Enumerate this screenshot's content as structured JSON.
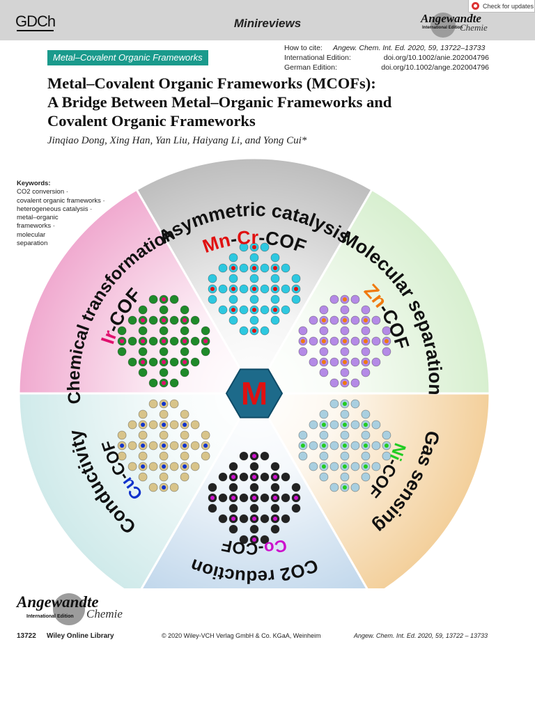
{
  "header": {
    "society_logo": "GDCh",
    "section": "Minireviews",
    "journal_brand": {
      "name": "Angewandte",
      "sub": "Chemie",
      "edition": "International Edition"
    },
    "check_updates": "Check for updates"
  },
  "article": {
    "tag": "Metal–Covalent Organic Frameworks",
    "cite": {
      "how_to_cite_label": "How to cite:",
      "how_to_cite_value": "Angew. Chem. Int. Ed. 2020, 59, 13722–13733",
      "intl_label": "International Edition:",
      "intl_doi": "doi.org/10.1002/anie.202004796",
      "german_label": "German Edition:",
      "german_doi": "doi.org/10.1002/ange.202004796"
    },
    "title_lines": [
      "Metal–Covalent Organic Frameworks (MCOFs):",
      "A Bridge Between Metal–Organic Frameworks and",
      "Covalent Organic Frameworks"
    ],
    "authors": "Jinqiao Dong, Xing Han, Yan Liu, Haiyang Li, and Yong Cui*",
    "keywords_label": "Keywords:",
    "keywords_lines": [
      "CO2 conversion ·",
      "covalent organic frameworks ·",
      "heterogeneous catalysis ·",
      "metal–organic",
      "frameworks ·",
      "molecular",
      "separation"
    ]
  },
  "graphic": {
    "center_label": "M",
    "sectors": [
      {
        "application": "Asymmetric catalysis",
        "material_prefix": "Mn",
        "material_mid": "-",
        "material_metal2": "Cr",
        "material_suffix": "-COF",
        "color": "#bdbdbd"
      },
      {
        "application": "Molecular separation",
        "metal": "Zn",
        "suffix": "-COF",
        "color": "#d7efcf"
      },
      {
        "application": "Gas sensing",
        "metal": "Ni",
        "suffix": "-COF",
        "color": "#f3cf9a"
      },
      {
        "application": "CO2 reduction",
        "metal": "Co",
        "suffix": "-COF",
        "color": "#bcd4ea"
      },
      {
        "application": "Conductivity",
        "metal": "Cu",
        "suffix": "-COF",
        "color": "#cfeaea"
      },
      {
        "application": "Chemical transformation",
        "metal": "Ir",
        "suffix": "-COF",
        "color": "#f0a9cf"
      }
    ],
    "colors": {
      "mn_cr": "#e01010",
      "zn": "#f07a10",
      "ni": "#22cc22",
      "co": "#cc11cc",
      "cu": "#1133cc",
      "ir": "#e0106e",
      "center_hex": "#1d6a8a"
    }
  },
  "footer": {
    "brand": {
      "name": "Angewandte",
      "sub": "Chemie",
      "edition": "International Edition"
    },
    "page_number": "13722",
    "library": "Wiley Online Library",
    "copyright": "© 2020 Wiley-VCH Verlag GmbH & Co. KGaA, Weinheim",
    "journal_ref": "Angew. Chem. Int. Ed. 2020, 59, 13722 – 13733"
  }
}
